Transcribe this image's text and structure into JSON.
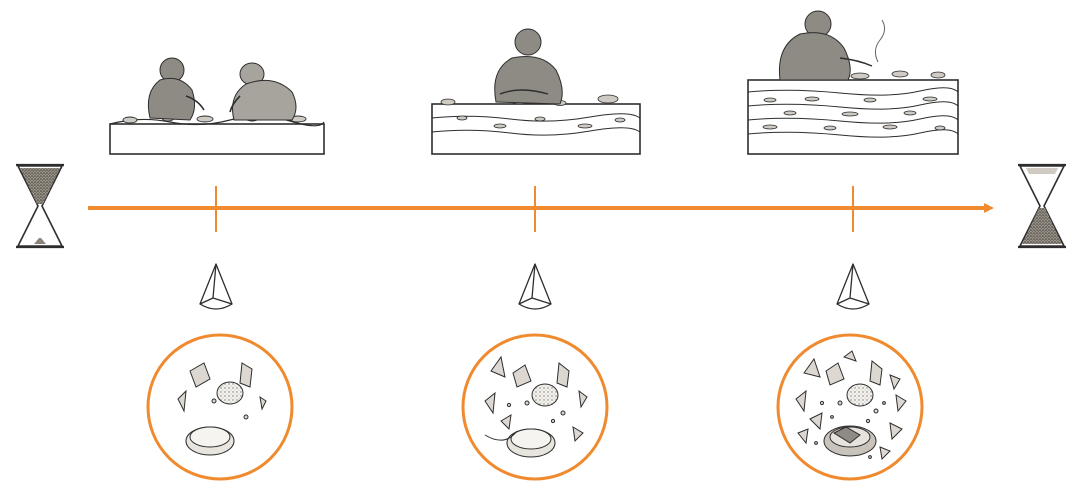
{
  "accent_color": "#f08a2e",
  "ink_color": "#2e2e2e",
  "timeline": {
    "direction": "left-to-right",
    "start_icon": "hourglass-top-full-icon",
    "end_icon": "hourglass-bottom-full-icon"
  },
  "stages": [
    {
      "id": "early",
      "figures": 2,
      "soil_layers": 1,
      "fragment_density": "low"
    },
    {
      "id": "middle",
      "figures": 1,
      "soil_layers": 3,
      "fragment_density": "medium"
    },
    {
      "id": "late",
      "figures": 1,
      "soil_layers": 5,
      "fragment_density": "high"
    }
  ],
  "icons": {
    "stage_top": "excavation-scene-icon",
    "marker": "stone-point-icon",
    "detail": "fragments-circle-icon"
  }
}
